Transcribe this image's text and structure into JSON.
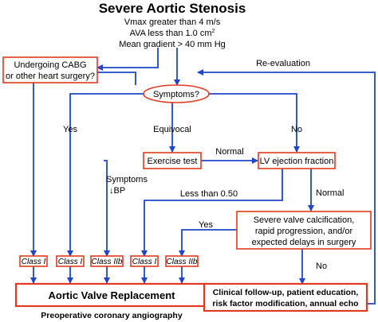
{
  "title": "Severe Aortic Stenosis",
  "criteria": [
    "Vmax greater than 4 m/s",
    "AVA less than 1.0 cm",
    "2",
    "Mean gradient > 40 mm Hg"
  ],
  "nodes": {
    "cabg": [
      "Undergoing CABG",
      "or other heart surgery?"
    ],
    "symptoms": "Symptoms?",
    "exercise": "Exercise test",
    "lvef": "LV ejection fraction",
    "severe": [
      "Severe valve calcification,",
      "rapid progression, and/or",
      "expected delays in surgery"
    ],
    "avr": "Aortic Valve Replacement",
    "followup": [
      "Clinical follow-up, patient education,",
      "risk factor modification, annual echo"
    ]
  },
  "class_labels": [
    "Class I",
    "Class I",
    "Class IIb",
    "Class I",
    "Class IIb"
  ],
  "edge_labels": {
    "yes1": "Yes",
    "equivocal": "Equivocal",
    "no1": "No",
    "normal1": "Normal",
    "symptoms_bp": [
      "Symptoms",
      "↓BP"
    ],
    "less_than": "Less than 0.50",
    "normal2": "Normal",
    "yes2": "Yes",
    "no2": "No",
    "reeval": "Re-evaluation"
  },
  "footer": "Preoperative coronary angiography",
  "colors": {
    "box_border": "#e23a1e",
    "arrow": "#1f47c8"
  }
}
